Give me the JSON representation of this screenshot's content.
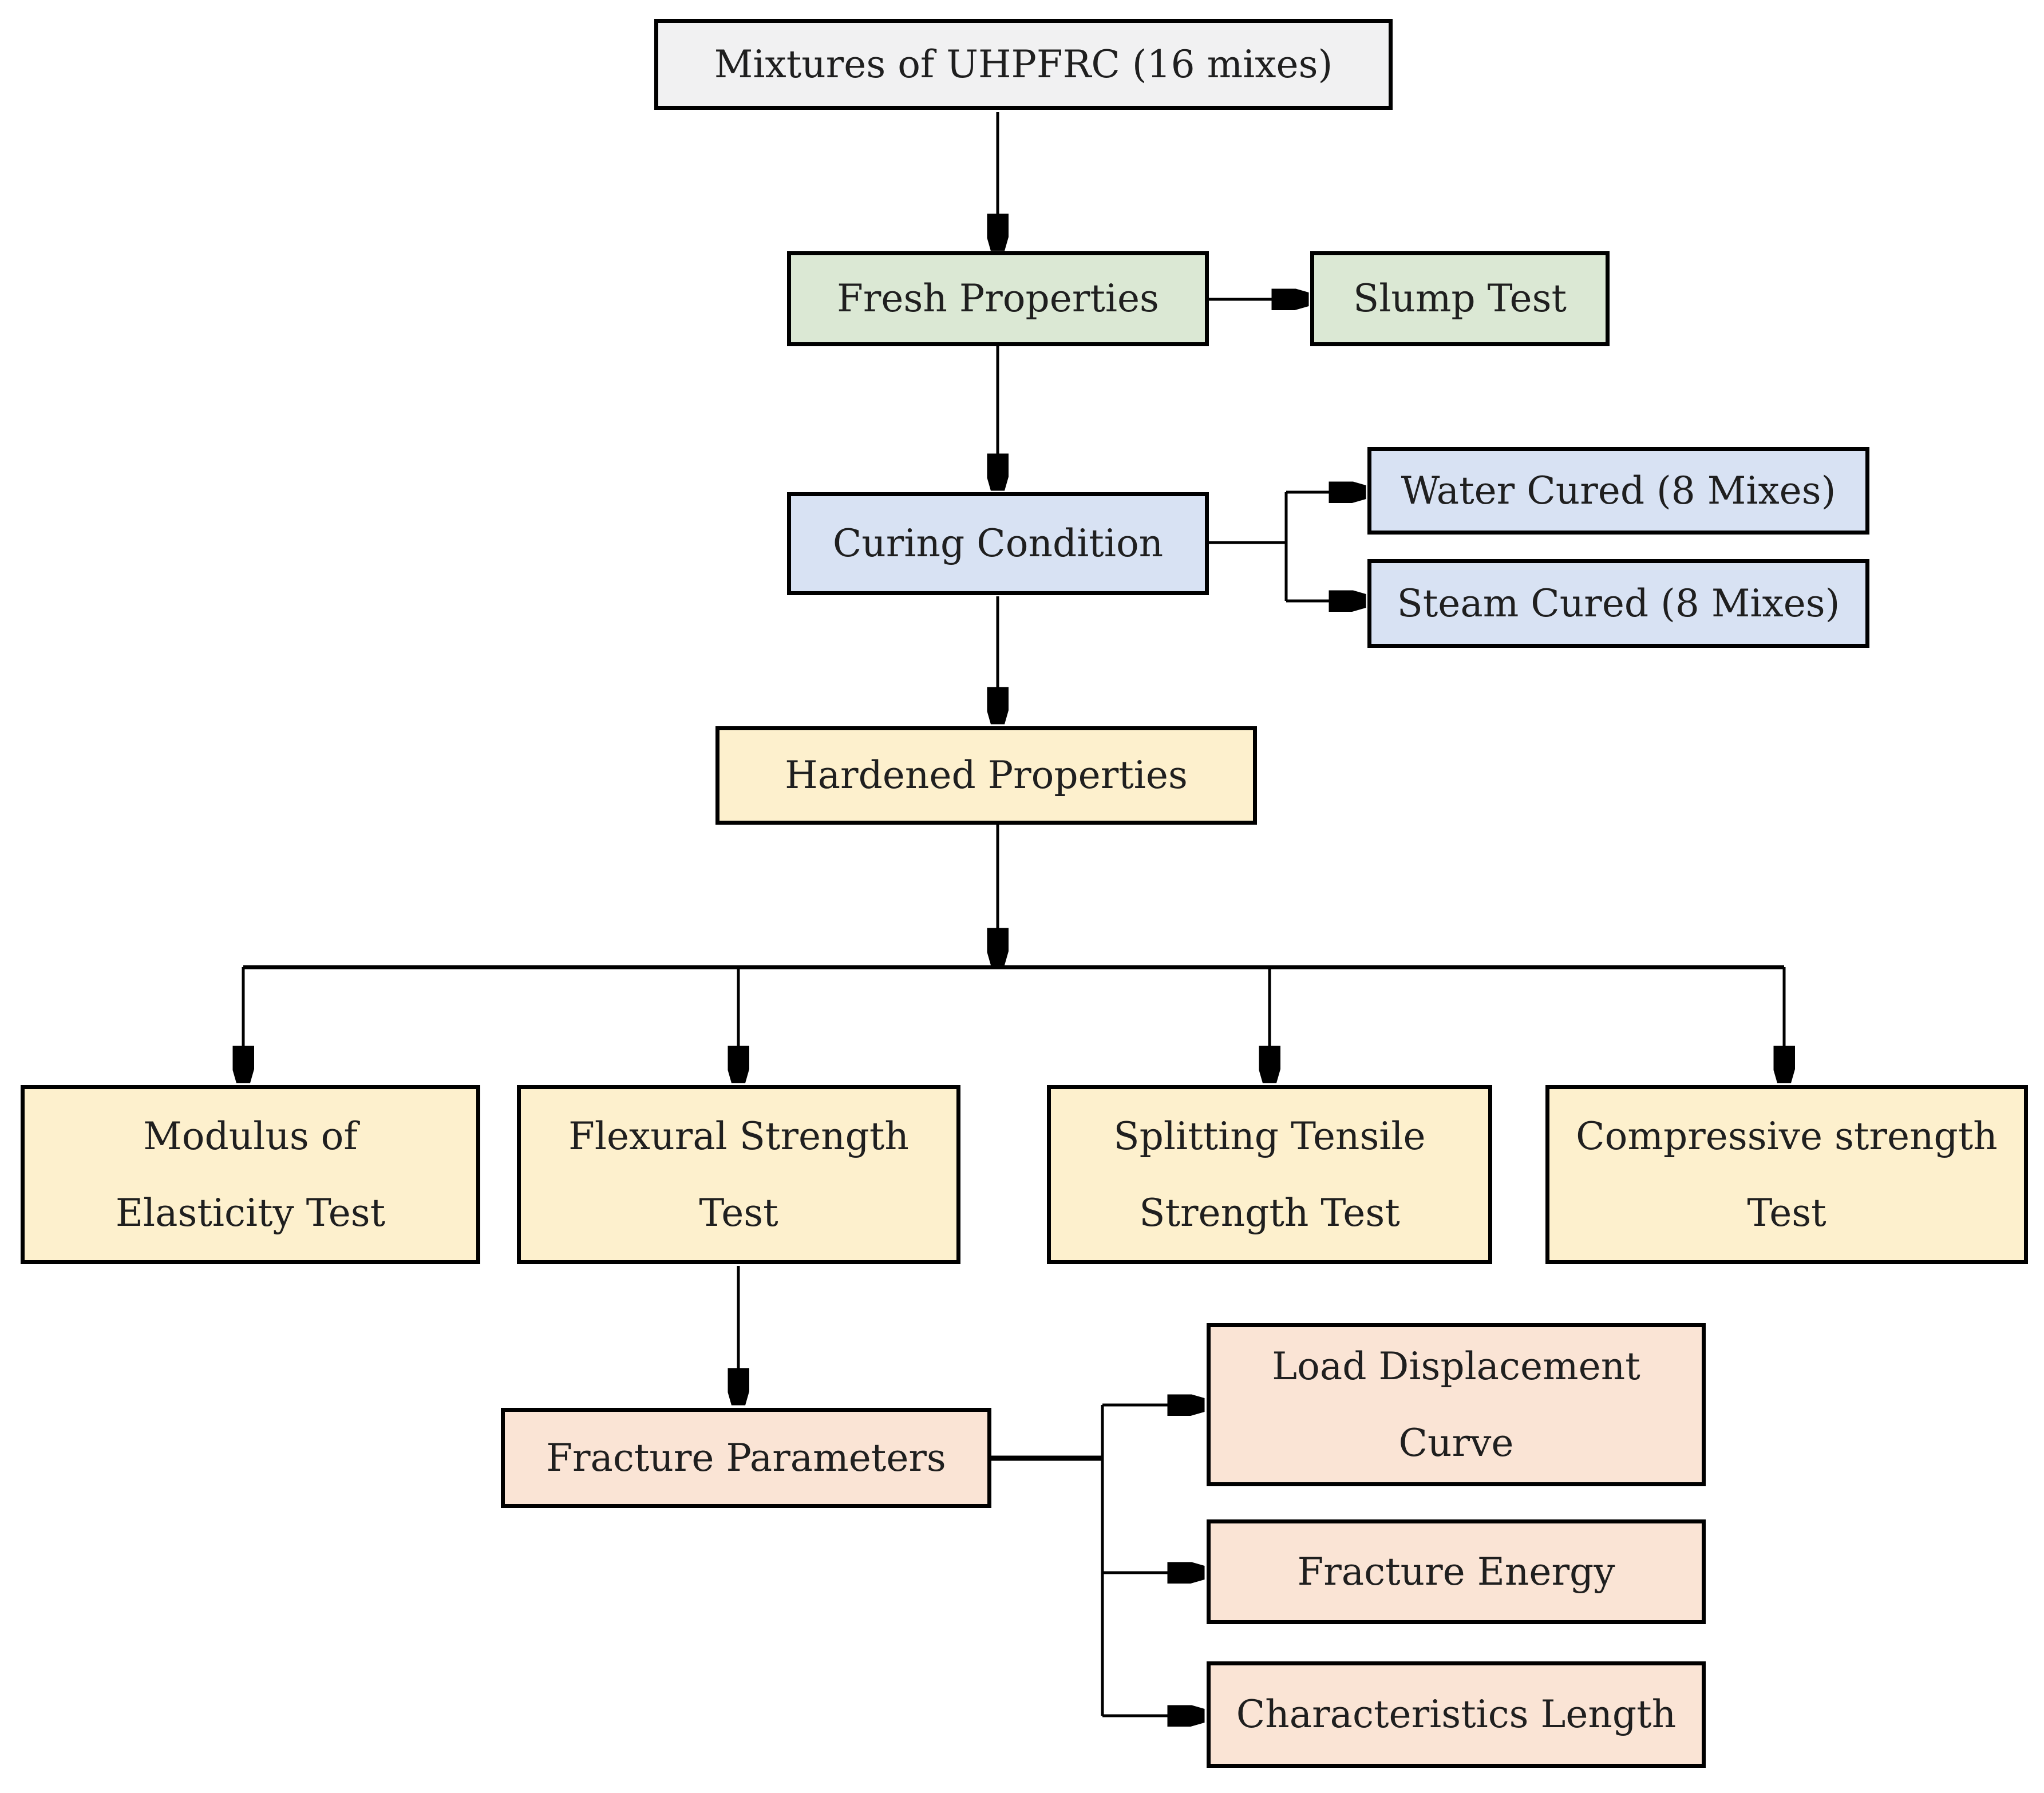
{
  "diagram": {
    "type": "flowchart",
    "colors": {
      "gray": "#f1f1f2",
      "green": "#dbe8d4",
      "blue": "#d8e2f3",
      "yellow": "#fdf0cd",
      "pink": "#fae4d5",
      "border": "#000000",
      "arrow": "#000000",
      "text": "#1f1f1f",
      "background": "#ffffff"
    },
    "nodes": [
      {
        "id": "mixtures",
        "label": "Mixtures of UHPFRC (16 mixes)",
        "lines": [
          "Mixtures of UHPFRC (16 mixes)"
        ],
        "color": "gray"
      },
      {
        "id": "fresh",
        "label": "Fresh Properties",
        "lines": [
          "Fresh Properties"
        ],
        "color": "green"
      },
      {
        "id": "slump",
        "label": "Slump Test",
        "lines": [
          "Slump Test"
        ],
        "color": "green"
      },
      {
        "id": "curing",
        "label": "Curing Condition",
        "lines": [
          "Curing Condition"
        ],
        "color": "blue"
      },
      {
        "id": "water",
        "label": "Water Cured (8 Mixes)",
        "lines": [
          "Water Cured (8 Mixes)"
        ],
        "color": "blue"
      },
      {
        "id": "steam",
        "label": "Steam Cured (8 Mixes)",
        "lines": [
          "Steam Cured (8 Mixes)"
        ],
        "color": "blue"
      },
      {
        "id": "hardened",
        "label": "Hardened Properties",
        "lines": [
          "Hardened Properties"
        ],
        "color": "yellow"
      },
      {
        "id": "modulus",
        "label": "Modulus of Elasticity Test",
        "lines": [
          "Modulus of",
          "Elasticity Test"
        ],
        "color": "yellow"
      },
      {
        "id": "flexural",
        "label": "Flexural Strength Test",
        "lines": [
          "Flexural Strength",
          "Test"
        ],
        "color": "yellow"
      },
      {
        "id": "splitting",
        "label": "Splitting Tensile Strength Test",
        "lines": [
          "Splitting Tensile",
          "Strength Test"
        ],
        "color": "yellow"
      },
      {
        "id": "compressive",
        "label": "Compressive strength Test",
        "lines": [
          "Compressive strength",
          "Test"
        ],
        "color": "yellow"
      },
      {
        "id": "fracture",
        "label": "Fracture Parameters",
        "lines": [
          "Fracture Parameters"
        ],
        "color": "pink"
      },
      {
        "id": "load_disp",
        "label": "Load Displacement Curve",
        "lines": [
          "Load Displacement",
          "Curve"
        ],
        "color": "pink"
      },
      {
        "id": "energy",
        "label": "Fracture Energy",
        "lines": [
          "Fracture Energy"
        ],
        "color": "pink"
      },
      {
        "id": "length",
        "label": "Characteristics Length",
        "lines": [
          "Characteristics Length"
        ],
        "color": "pink"
      }
    ],
    "edges": [
      {
        "from": "mixtures",
        "to": "fresh"
      },
      {
        "from": "fresh",
        "to": "slump"
      },
      {
        "from": "fresh",
        "to": "curing"
      },
      {
        "from": "curing",
        "to": "water"
      },
      {
        "from": "curing",
        "to": "steam"
      },
      {
        "from": "curing",
        "to": "hardened"
      },
      {
        "from": "hardened",
        "to": "modulus"
      },
      {
        "from": "hardened",
        "to": "flexural"
      },
      {
        "from": "hardened",
        "to": "splitting"
      },
      {
        "from": "hardened",
        "to": "compressive"
      },
      {
        "from": "flexural",
        "to": "fracture"
      },
      {
        "from": "fracture",
        "to": "load_disp"
      },
      {
        "from": "fracture",
        "to": "energy"
      },
      {
        "from": "fracture",
        "to": "length"
      }
    ]
  }
}
